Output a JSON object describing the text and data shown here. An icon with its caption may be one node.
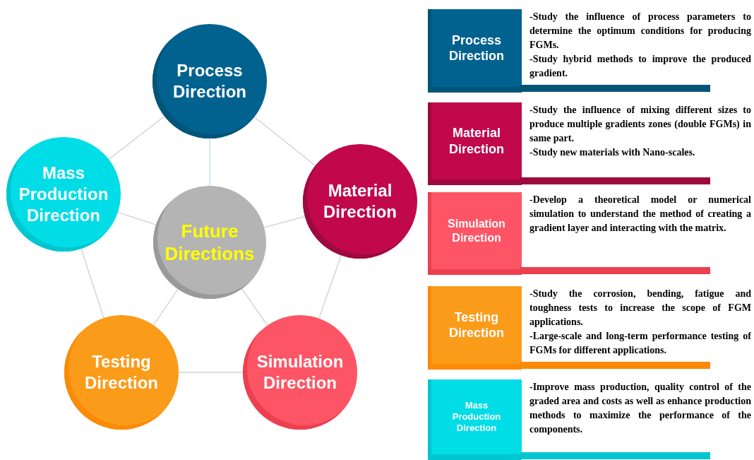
{
  "diagram": {
    "nodes": [
      {
        "text": [
          "Future Directions"
        ]
      },
      {
        "text": [
          "Process Direction"
        ]
      },
      {
        "text": [
          "Material Direction"
        ]
      },
      {
        "text": [
          "Simulation Direction"
        ]
      },
      {
        "text": [
          "Testing Direction"
        ]
      },
      {
        "text": [
          "Mass Production Direction"
        ]
      },
      {
        "text": [
          "Process Direction"
        ],
        "beside": [
          "-Study the influence of process parameters to determine the optimum conditions for producing FGMs.",
          "-Study hybrid methods to improve the produced gradient."
        ]
      },
      {
        "text": [
          "Material Direction"
        ],
        "beside": [
          "-Study the influence of mixing different sizes to produce multiple gradients zones (double FGMs) in same part.",
          "-Study new materials with Nano-scales."
        ]
      },
      {
        "text": [
          "Simulation Direction"
        ],
        "beside": [
          "-Develop a theoretical model or numerical simulation to understand the method of creating a gradient layer and interacting with the matrix."
        ]
      },
      {
        "text": [
          "Testing Direction"
        ],
        "beside": [
          "-Study the corrosion, bending, fatigue and toughness tests to increase the scope of FGM applications.",
          "-Large-scale and long-term performance testing of FGMs for different applications."
        ]
      },
      {
        "text": [
          "Mass Production Direction"
        ],
        "beside": [
          "-Improve mass production, quality control of the graded area and costs as well as enhance production methods to maximize the performance of the components."
        ]
      }
    ],
    "edges": [
      {
        "from": 0,
        "to": 1,
        "arrow": "none",
        "color": "#bdd7ee"
      },
      {
        "from": 0,
        "to": 2,
        "arrow": "none"
      },
      {
        "from": 0,
        "to": 3,
        "arrow": "none"
      },
      {
        "from": 0,
        "to": 4,
        "arrow": "none"
      },
      {
        "from": 0,
        "to": 5,
        "arrow": "none"
      },
      {
        "from": 1,
        "to": 2,
        "arrow": "none"
      },
      {
        "from": 2,
        "to": 3,
        "arrow": "none"
      },
      {
        "from": 3,
        "to": 4,
        "arrow": "none"
      },
      {
        "from": 4,
        "to": 5,
        "arrow": "none"
      },
      {
        "from": 5,
        "to": 1,
        "arrow": "none"
      }
    ]
  }
}
